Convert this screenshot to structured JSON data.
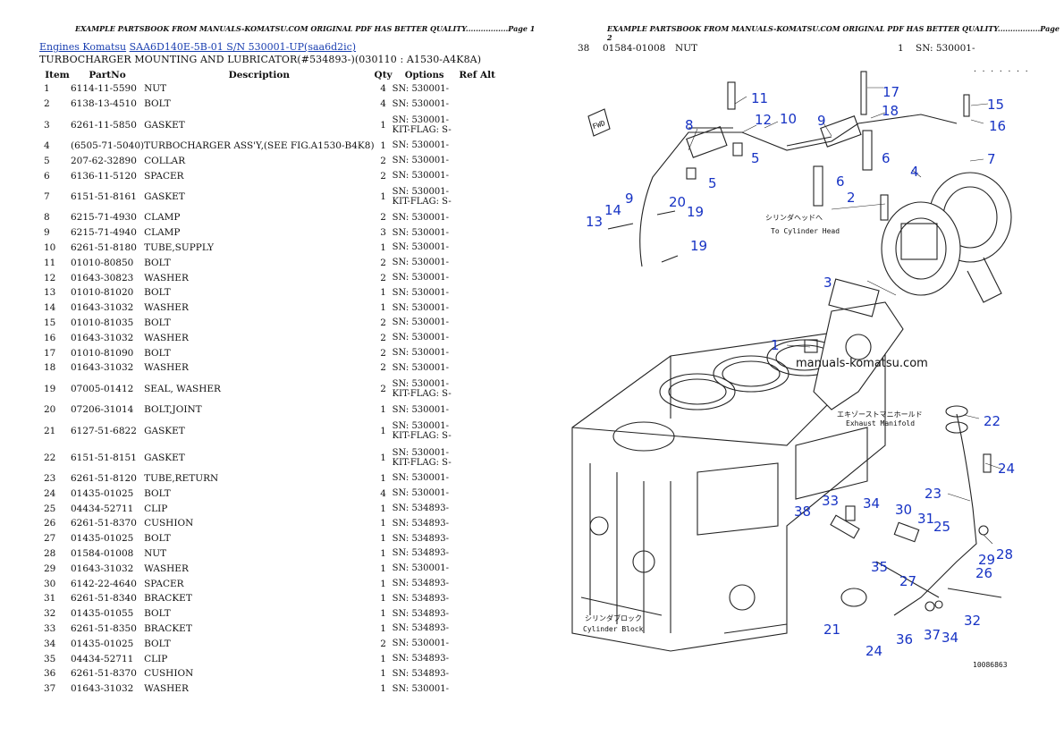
{
  "header": {
    "left": "EXAMPLE PARTSBOOK FROM MANUALS-KOMATSU.COM ORIGINAL PDF HAS BETTER QUALITY.................Page 1",
    "right": "EXAMPLE PARTSBOOK FROM MANUALS-KOMATSU.COM ORIGINAL PDF HAS BETTER QUALITY.................Page 2"
  },
  "breadcrumb": {
    "link1": "Engines Komatsu",
    "link2": "SAA6D140E-5B-01 S/N 530001-UP(saa6d2ic)"
  },
  "section_title": "TURBOCHARGER MOUNTING AND LUBRICATOR(#534893-)(030110 : A1530-A4K8A)",
  "table": {
    "headers": [
      "Item",
      "PartNo",
      "Description",
      "Qty",
      "Options",
      "Ref Alt"
    ],
    "rows": [
      {
        "item": "1",
        "part": "6114-11-5590",
        "desc": "NUT",
        "qty": "4",
        "opt1": "SN: 530001-",
        "opt2": ""
      },
      {
        "item": "2",
        "part": "6138-13-4510",
        "desc": "BOLT",
        "qty": "4",
        "opt1": "SN: 530001-",
        "opt2": ""
      },
      {
        "item": "3",
        "part": "6261-11-5850",
        "desc": "GASKET",
        "qty": "1",
        "opt1": "SN: 530001-",
        "opt2": "KIT-FLAG: S-"
      },
      {
        "item": "4",
        "part": "(6505-71-5040)",
        "desc": "TURBOCHARGER ASS'Y,(SEE FIG.A1530-B4K8)",
        "qty": "1",
        "opt1": "SN: 530001-",
        "opt2": ""
      },
      {
        "item": "5",
        "part": "207-62-32890",
        "desc": "COLLAR",
        "qty": "2",
        "opt1": "SN: 530001-",
        "opt2": ""
      },
      {
        "item": "6",
        "part": "6136-11-5120",
        "desc": "SPACER",
        "qty": "2",
        "opt1": "SN: 530001-",
        "opt2": ""
      },
      {
        "item": "7",
        "part": "6151-51-8161",
        "desc": "GASKET",
        "qty": "1",
        "opt1": "SN: 530001-",
        "opt2": "KIT-FLAG: S-"
      },
      {
        "item": "8",
        "part": "6215-71-4930",
        "desc": "CLAMP",
        "qty": "2",
        "opt1": "SN: 530001-",
        "opt2": ""
      },
      {
        "item": "9",
        "part": "6215-71-4940",
        "desc": "CLAMP",
        "qty": "3",
        "opt1": "SN: 530001-",
        "opt2": ""
      },
      {
        "item": "10",
        "part": "6261-51-8180",
        "desc": "TUBE,SUPPLY",
        "qty": "1",
        "opt1": "SN: 530001-",
        "opt2": ""
      },
      {
        "item": "11",
        "part": "01010-80850",
        "desc": "BOLT",
        "qty": "2",
        "opt1": "SN: 530001-",
        "opt2": ""
      },
      {
        "item": "12",
        "part": "01643-30823",
        "desc": "WASHER",
        "qty": "2",
        "opt1": "SN: 530001-",
        "opt2": ""
      },
      {
        "item": "13",
        "part": "01010-81020",
        "desc": "BOLT",
        "qty": "1",
        "opt1": "SN: 530001-",
        "opt2": ""
      },
      {
        "item": "14",
        "part": "01643-31032",
        "desc": "WASHER",
        "qty": "1",
        "opt1": "SN: 530001-",
        "opt2": ""
      },
      {
        "item": "15",
        "part": "01010-81035",
        "desc": "BOLT",
        "qty": "2",
        "opt1": "SN: 530001-",
        "opt2": ""
      },
      {
        "item": "16",
        "part": "01643-31032",
        "desc": "WASHER",
        "qty": "2",
        "opt1": "SN: 530001-",
        "opt2": ""
      },
      {
        "item": "17",
        "part": "01010-81090",
        "desc": "BOLT",
        "qty": "2",
        "opt1": "SN: 530001-",
        "opt2": ""
      },
      {
        "item": "18",
        "part": "01643-31032",
        "desc": "WASHER",
        "qty": "2",
        "opt1": "SN: 530001-",
        "opt2": ""
      },
      {
        "item": "19",
        "part": "07005-01412",
        "desc": "SEAL, WASHER",
        "qty": "2",
        "opt1": "SN: 530001-",
        "opt2": "KIT-FLAG: S-"
      },
      {
        "item": "20",
        "part": "07206-31014",
        "desc": "BOLT,JOINT",
        "qty": "1",
        "opt1": "SN: 530001-",
        "opt2": ""
      },
      {
        "item": "21",
        "part": "6127-51-6822",
        "desc": "GASKET",
        "qty": "1",
        "opt1": "SN: 530001-",
        "opt2": "KIT-FLAG: S-"
      },
      {
        "item": "22",
        "part": "6151-51-8151",
        "desc": "GASKET",
        "qty": "1",
        "opt1": "SN: 530001-",
        "opt2": "KIT-FLAG: S-"
      },
      {
        "item": "23",
        "part": "6261-51-8120",
        "desc": "TUBE,RETURN",
        "qty": "1",
        "opt1": "SN: 530001-",
        "opt2": ""
      },
      {
        "item": "24",
        "part": "01435-01025",
        "desc": "BOLT",
        "qty": "4",
        "opt1": "SN: 530001-",
        "opt2": ""
      },
      {
        "item": "25",
        "part": "04434-52711",
        "desc": "CLIP",
        "qty": "1",
        "opt1": "SN: 534893-",
        "opt2": ""
      },
      {
        "item": "26",
        "part": "6261-51-8370",
        "desc": "CUSHION",
        "qty": "1",
        "opt1": "SN: 534893-",
        "opt2": ""
      },
      {
        "item": "27",
        "part": "01435-01025",
        "desc": "BOLT",
        "qty": "1",
        "opt1": "SN: 534893-",
        "opt2": ""
      },
      {
        "item": "28",
        "part": "01584-01008",
        "desc": "NUT",
        "qty": "1",
        "opt1": "SN: 534893-",
        "opt2": ""
      },
      {
        "item": "29",
        "part": "01643-31032",
        "desc": "WASHER",
        "qty": "1",
        "opt1": "SN: 530001-",
        "opt2": ""
      },
      {
        "item": "30",
        "part": "6142-22-4640",
        "desc": "SPACER",
        "qty": "1",
        "opt1": "SN: 534893-",
        "opt2": ""
      },
      {
        "item": "31",
        "part": "6261-51-8340",
        "desc": "BRACKET",
        "qty": "1",
        "opt1": "SN: 534893-",
        "opt2": ""
      },
      {
        "item": "32",
        "part": "01435-01055",
        "desc": "BOLT",
        "qty": "1",
        "opt1": "SN: 534893-",
        "opt2": ""
      },
      {
        "item": "33",
        "part": "6261-51-8350",
        "desc": "BRACKET",
        "qty": "1",
        "opt1": "SN: 534893-",
        "opt2": ""
      },
      {
        "item": "34",
        "part": "01435-01025",
        "desc": "BOLT",
        "qty": "2",
        "opt1": "SN: 530001-",
        "opt2": ""
      },
      {
        "item": "35",
        "part": "04434-52711",
        "desc": "CLIP",
        "qty": "1",
        "opt1": "SN: 534893-",
        "opt2": ""
      },
      {
        "item": "36",
        "part": "6261-51-8370",
        "desc": "CUSHION",
        "qty": "1",
        "opt1": "SN: 534893-",
        "opt2": ""
      },
      {
        "item": "37",
        "part": "01643-31032",
        "desc": "WASHER",
        "qty": "1",
        "opt1": "SN: 530001-",
        "opt2": ""
      }
    ]
  },
  "right_row": {
    "item": "38",
    "part": "01584-01008",
    "desc": "NUT",
    "qty": "1",
    "opt": "SN: 530001-"
  },
  "diagram": {
    "fwd": "FWD",
    "label_head_jp": "シリンダヘッドへ",
    "label_head_en": "To Cylinder Head",
    "label_manifold_jp": "エキゾーストマニホールド",
    "label_manifold_en": "Exhaust Manifold",
    "label_block_jp": "シリンダブロック",
    "label_block_en": "Cylinder Block",
    "watermark": "manuals-komatsu.com",
    "figure_no": "10086863",
    "callouts": [
      "1",
      "2",
      "3",
      "4",
      "5",
      "5",
      "6",
      "6",
      "7",
      "8",
      "9",
      "9",
      "10",
      "11",
      "12",
      "13",
      "14",
      "15",
      "16",
      "17",
      "18",
      "19",
      "19",
      "20",
      "21",
      "22",
      "23",
      "24",
      "24",
      "25",
      "26",
      "27",
      "28",
      "29",
      "30",
      "31",
      "32",
      "33",
      "34",
      "34",
      "35",
      "36",
      "37",
      "38"
    ]
  }
}
